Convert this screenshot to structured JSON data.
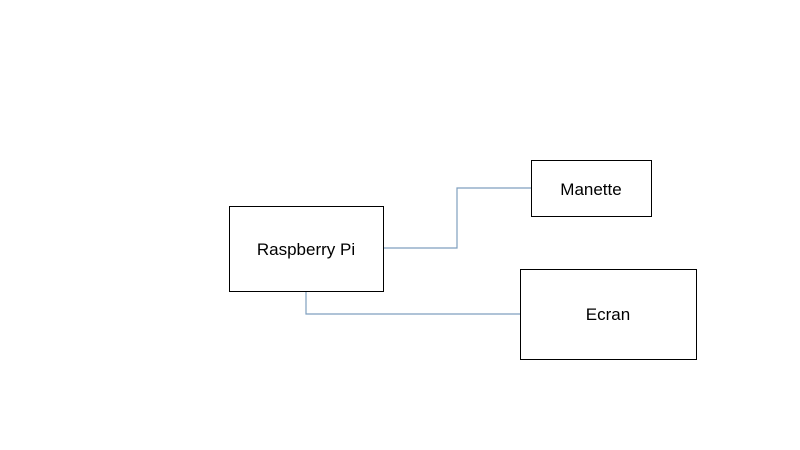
{
  "diagram": {
    "connector_color": "#7f9fbf",
    "nodes": {
      "raspberry_pi": {
        "label": "Raspberry Pi"
      },
      "manette": {
        "label": "Manette"
      },
      "ecran": {
        "label": "Ecran"
      }
    },
    "edges": [
      {
        "from": "raspberry_pi",
        "to": "manette"
      },
      {
        "from": "raspberry_pi",
        "to": "ecran"
      }
    ]
  }
}
